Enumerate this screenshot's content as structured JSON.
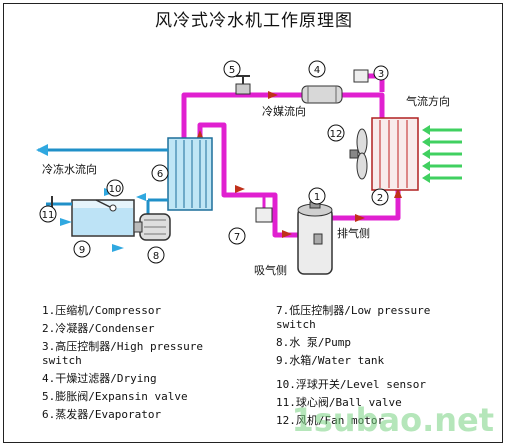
{
  "title": "风冷式冷水机工作原理图",
  "labels": {
    "chilled_water_flow": "冷冻水流向",
    "refrigerant_flow": "冷媒流向",
    "airflow_direction": "气流方向",
    "discharge_side": "排气侧",
    "suction_side": "吸气侧"
  },
  "markers": [
    "1",
    "2",
    "3",
    "4",
    "5",
    "6",
    "7",
    "8",
    "9",
    "10",
    "11",
    "12"
  ],
  "legend": [
    {
      "num": "1.",
      "text": "压缩机/Compressor"
    },
    {
      "num": "2.",
      "text": "冷凝器/Condenser"
    },
    {
      "num": "3.",
      "text": "高压控制器/High pressure switch"
    },
    {
      "num": "4.",
      "text": "干燥过滤器/Drying"
    },
    {
      "num": "5.",
      "text": "膨胀阀/Expansin valve"
    },
    {
      "num": "6.",
      "text": "蒸发器/Evaporator"
    },
    {
      "num": "7.",
      "text": "低压控制器/Low pressure switch"
    },
    {
      "num": "8.",
      "text": "水 泵/Pump"
    },
    {
      "num": "9.",
      "text": "水箱/Water tank"
    },
    {
      "num": "10.",
      "text": "浮球开关/Level sensor"
    },
    {
      "num": "11.",
      "text": "球心阀/Ball valve"
    },
    {
      "num": "12.",
      "text": "风机/Fan motor"
    }
  ],
  "watermark": "1subao.net",
  "colors": {
    "pipe": "#e020d0",
    "water_arrow": "#30a8e0",
    "condenser_arrow": "#40d060",
    "flow_arrow": "#c0301a"
  }
}
